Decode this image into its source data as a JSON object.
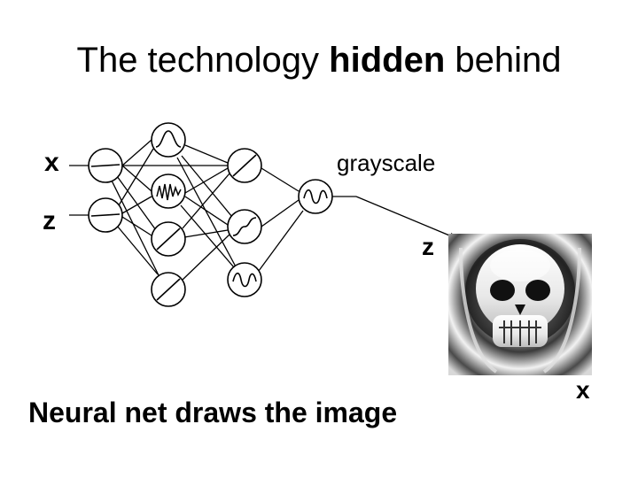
{
  "slide": {
    "title_pre": "The technology ",
    "title_bold": "hidden",
    "title_post": " behind",
    "caption": "Neural net draws the image"
  },
  "diagram": {
    "input_x_label": "x",
    "input_z_label": "z",
    "output_label": "grayscale",
    "image_z_label": "z",
    "image_x_label": "x",
    "layers": [
      {
        "name": "input",
        "activations": [
          "linear",
          "linear"
        ]
      },
      {
        "name": "hidden-1",
        "activations": [
          "gaussian",
          "noise",
          "linear",
          "linear"
        ]
      },
      {
        "name": "hidden-2",
        "activations": [
          "linear",
          "sigmoid",
          "sine"
        ]
      },
      {
        "name": "output",
        "activations": [
          "sine"
        ]
      }
    ],
    "output_image": {
      "description_icon": "skull-icon",
      "style": "grayscale"
    }
  }
}
